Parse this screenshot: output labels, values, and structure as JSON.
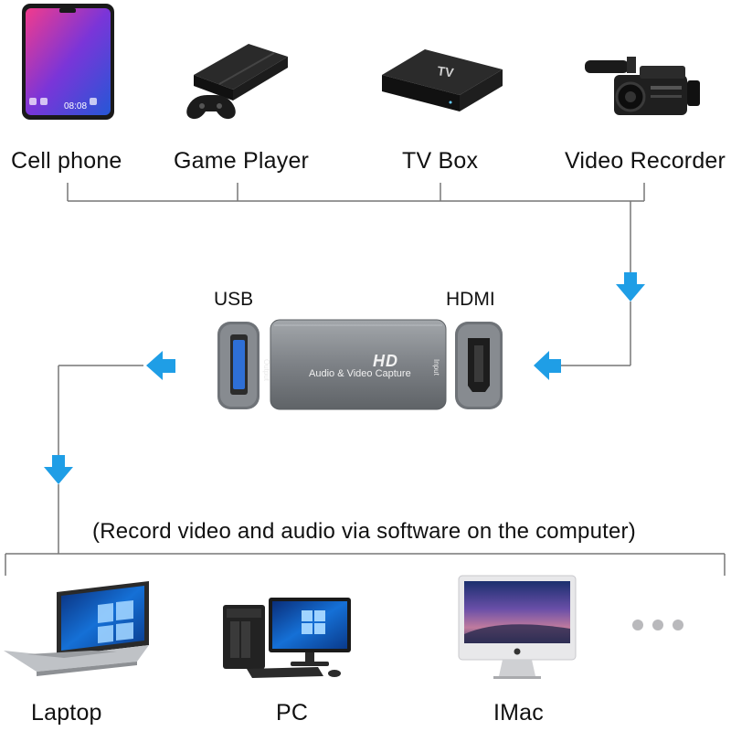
{
  "sources": {
    "items": [
      {
        "label": "Cell phone",
        "icon": "cell-phone-icon"
      },
      {
        "label": "Game Player",
        "icon": "game-console-icon"
      },
      {
        "label": "TV Box",
        "icon": "tv-box-icon"
      },
      {
        "label": "Video Recorder",
        "icon": "video-camera-icon"
      }
    ]
  },
  "device": {
    "usb_label": "USB",
    "hdmi_label": "HDMI",
    "badge": "HD",
    "name": "Audio & Video Capture",
    "output_text": "Output",
    "input_text": "Input",
    "phone_time": "08:08"
  },
  "note": "(Record video and audio via software on the computer)",
  "targets": {
    "items": [
      {
        "label": "Laptop",
        "icon": "laptop-icon"
      },
      {
        "label": "PC",
        "icon": "desktop-pc-icon"
      },
      {
        "label": "IMac",
        "icon": "imac-icon"
      }
    ],
    "more_icon": "ellipsis-icon"
  },
  "colors": {
    "arrow": "#1f9ee6",
    "line": "#777777",
    "device_body": "#7b7f84",
    "usb_blue": "#2e6fd6"
  }
}
